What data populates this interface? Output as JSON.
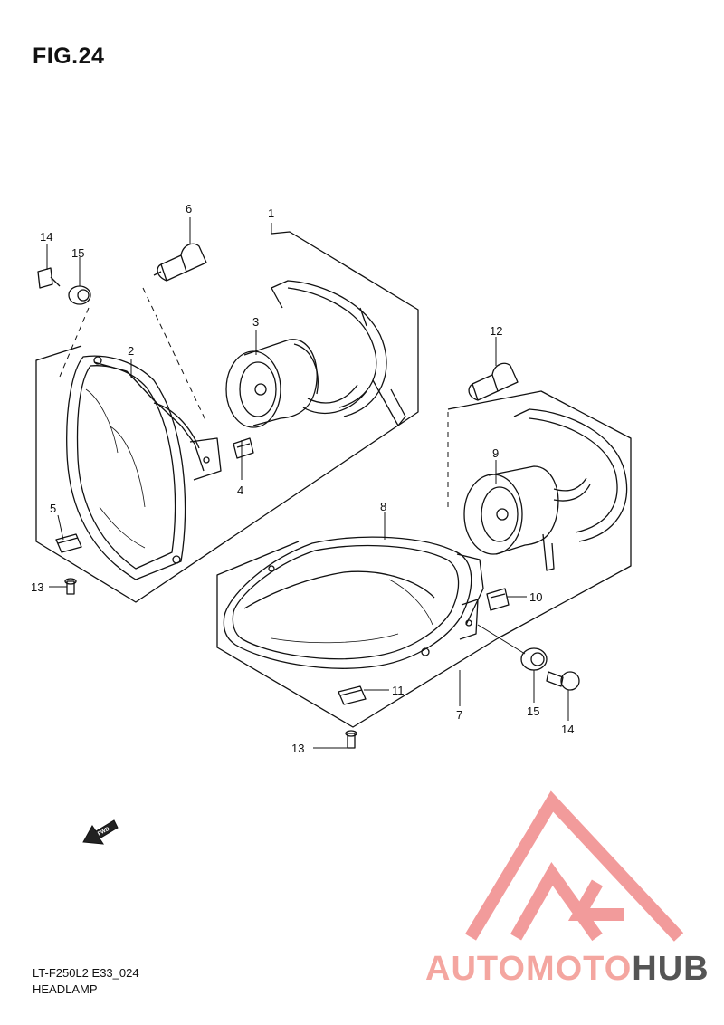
{
  "figure": {
    "title": "FIG.24"
  },
  "callouts": {
    "p1": "1",
    "p2": "2",
    "p3": "3",
    "p4": "4",
    "p5": "5",
    "p6": "6",
    "p7": "7",
    "p8": "8",
    "p9": "9",
    "p10": "10",
    "p11": "11",
    "p12": "12",
    "p13a": "13",
    "p13b": "13",
    "p14a": "14",
    "p14b": "14",
    "p15a": "15",
    "p15b": "15"
  },
  "fwd_label": "FWD",
  "footer": {
    "code": "LT-F250L2 E33_024",
    "name": "HEADLAMP"
  },
  "watermark": {
    "text_left": "AUTOMOTO",
    "text_right": "HUB",
    "color_left": "#f7c15c",
    "color_mid": "#ef6a6a",
    "color_right": "#555555"
  },
  "colors": {
    "line": "#111111",
    "logo_red": "#f08a8a"
  }
}
